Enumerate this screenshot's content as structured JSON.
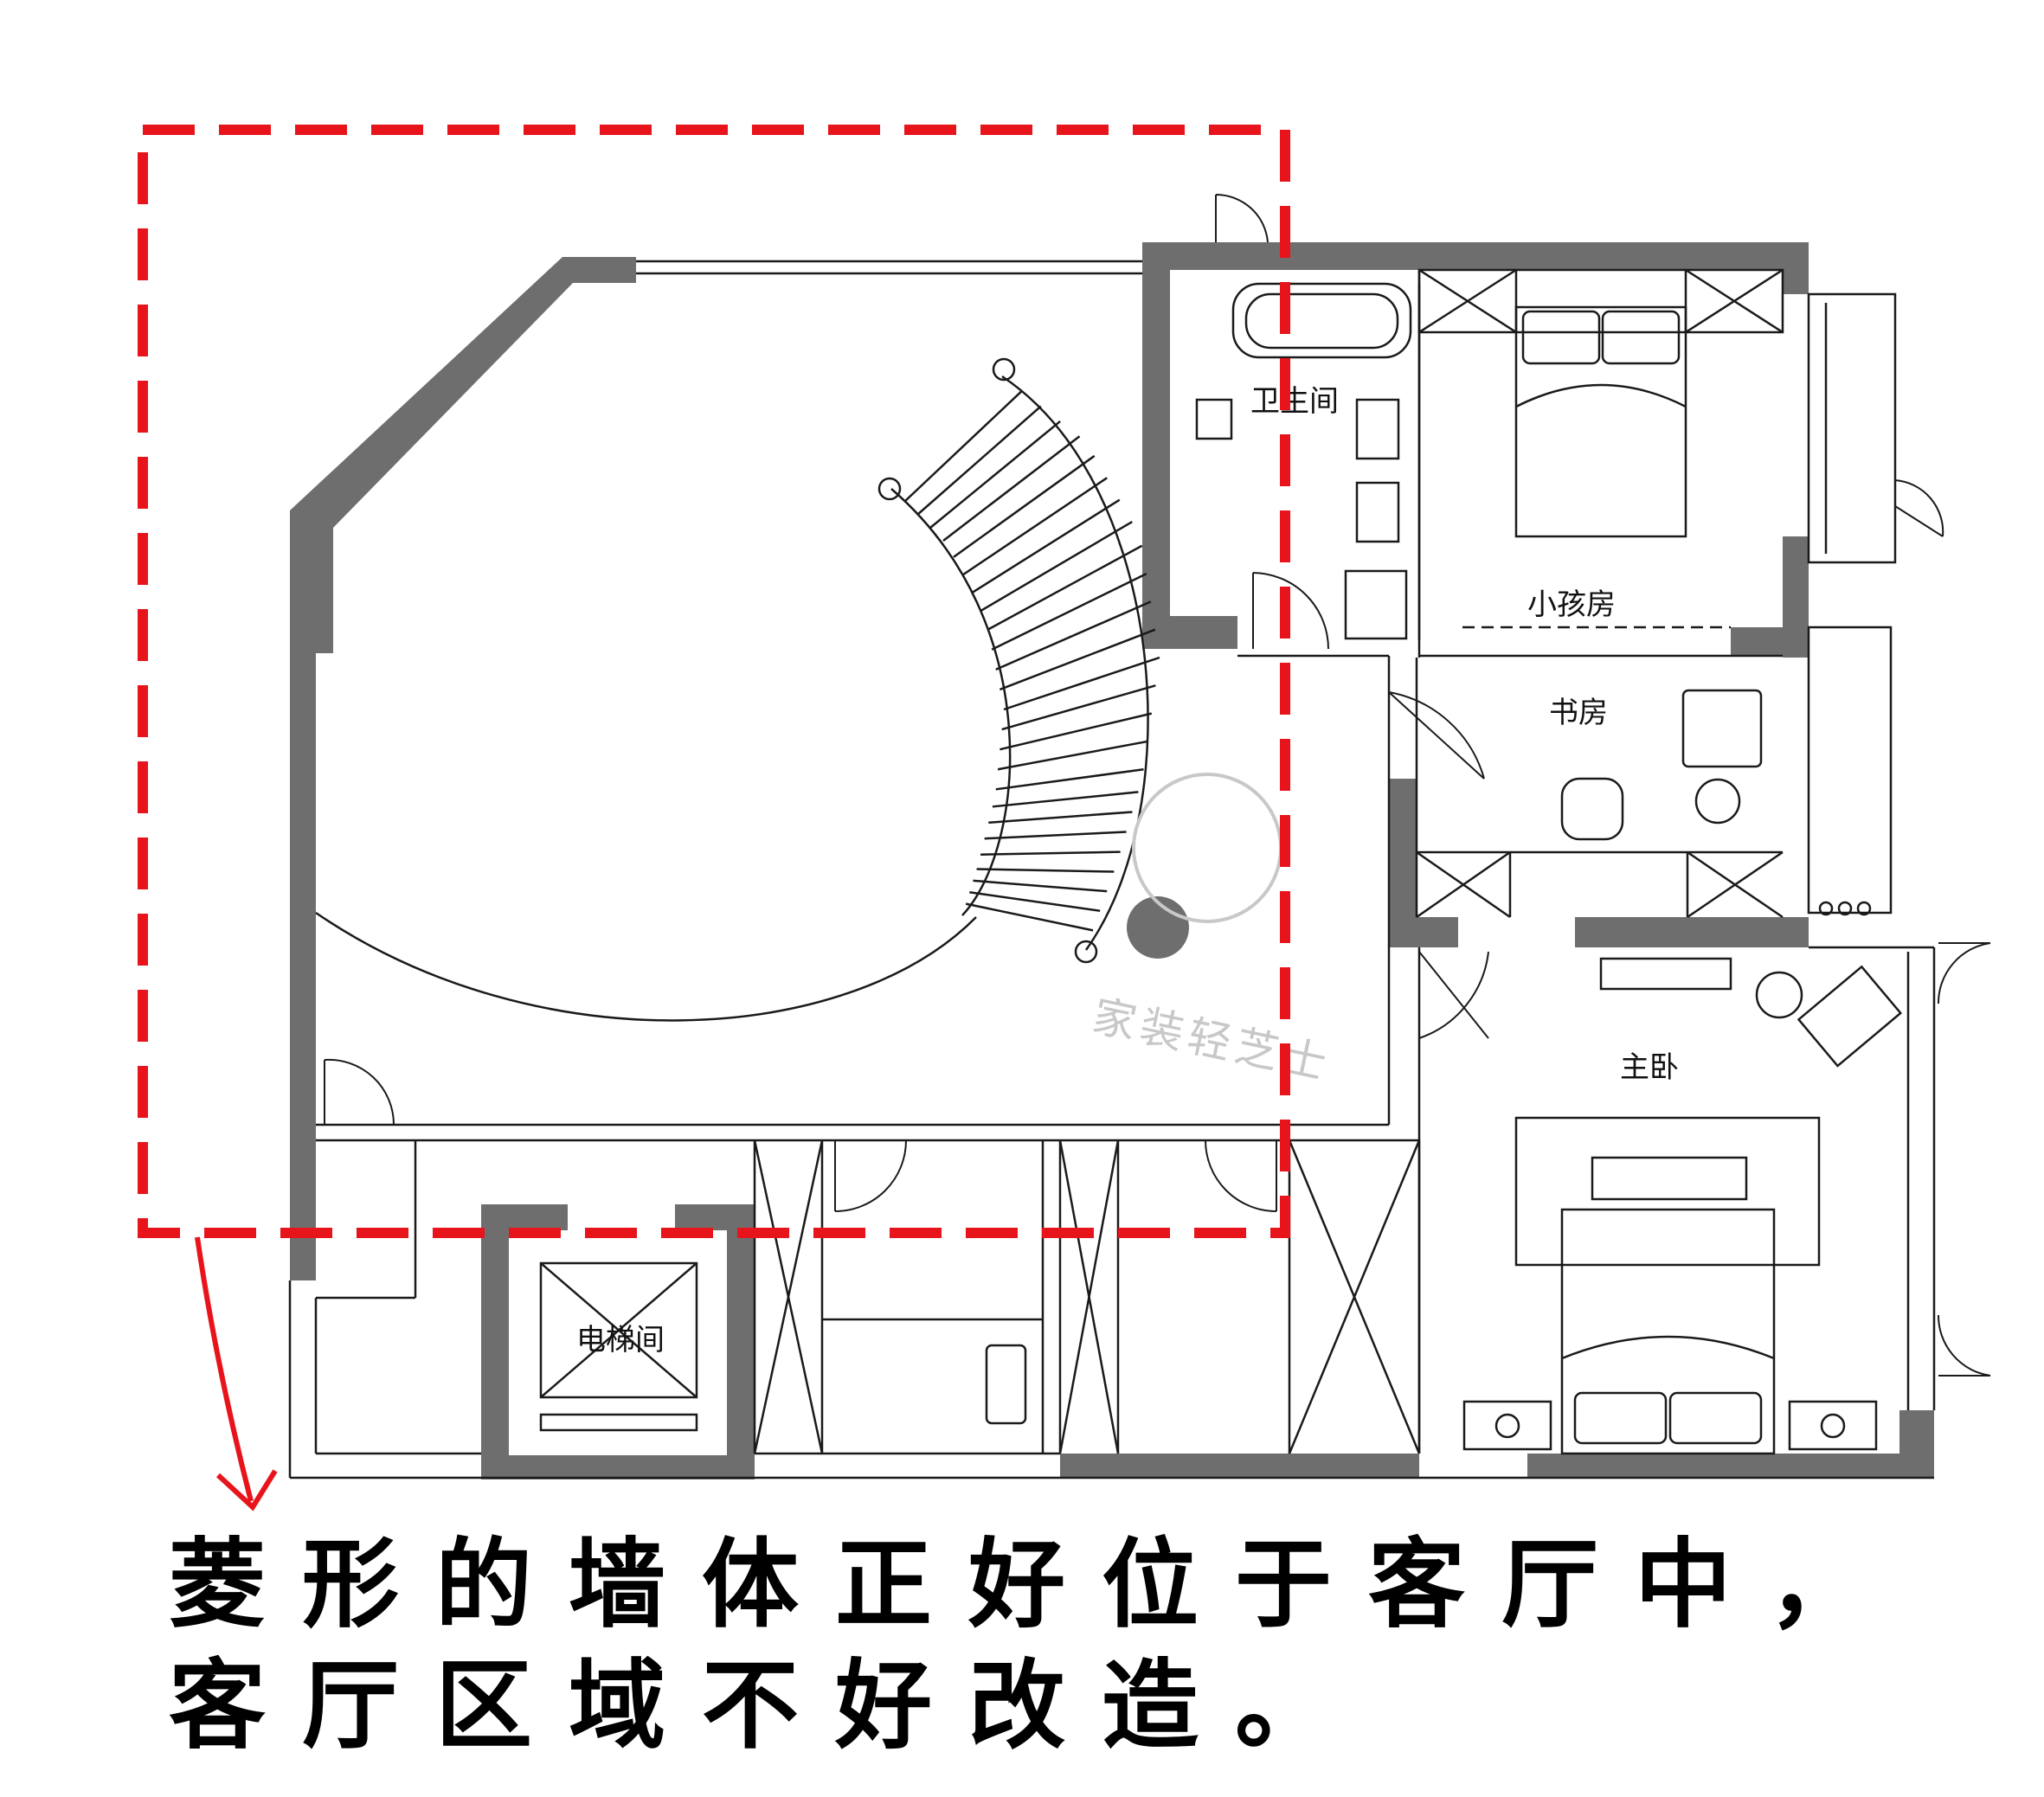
{
  "rooms": {
    "bathroom": "卫生间",
    "kids_room": "小孩房",
    "study": "书房",
    "master_bedroom": "主卧",
    "elevator": "电梯间"
  },
  "caption": {
    "line1": "菱形的墙体正好位于客厅中，",
    "line2": "客厅区域不好改造。"
  },
  "watermark": "家装轻芝士",
  "colors": {
    "wall": "#6e6e6e",
    "line": "#1a1a1a",
    "highlight": "#e8141b",
    "caption": "#000000",
    "watermark": "#c8c8c8"
  }
}
